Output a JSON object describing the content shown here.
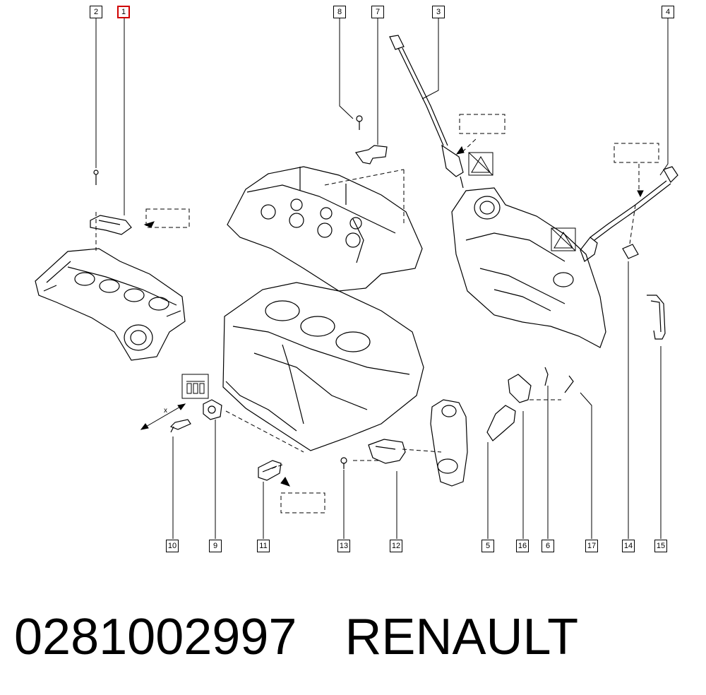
{
  "callouts": {
    "c1": "1",
    "c2": "2",
    "c3": "3",
    "c4": "4",
    "c5": "5",
    "c6": "6",
    "c7": "7",
    "c8": "8",
    "c9": "9",
    "c10": "10",
    "c11": "11",
    "c12": "12",
    "c13": "13",
    "c14": "14",
    "c15": "15",
    "c16": "16",
    "c17": "17"
  },
  "highlighted_callout": "1",
  "caption": {
    "part_number": "0281002997",
    "brand": "RENAULT"
  },
  "colors": {
    "line": "#000000",
    "highlight": "#d00000",
    "background": "#ffffff"
  },
  "symbols": [
    "x-axis-arrow-mark",
    "engine-block-symbol",
    "hazard-symbol"
  ]
}
